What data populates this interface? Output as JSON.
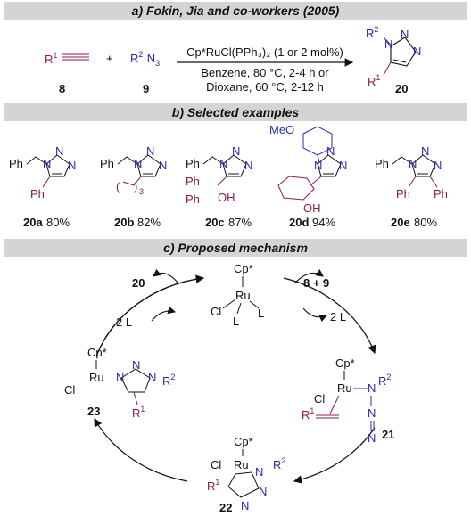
{
  "section_a": {
    "title": "a) Fokin, Jia and co-workers (2005)",
    "alkyne_label": "R",
    "alkyne_sup": "1",
    "plus": "+",
    "azide_r": "R",
    "azide_sup": "2",
    "azide_n": "·N",
    "azide_sub": "3",
    "cpd8": "8",
    "cpd9": "9",
    "catalyst": "Cp*RuCl(PPh₃)₂ (1 or 2 mol%)",
    "cond1": "Benzene, 80 °C, 2-4 h or",
    "cond2": "Dioxane, 60 °C, 2-12 h",
    "product": "20"
  },
  "section_b": {
    "title": "b) Selected examples",
    "examples": [
      {
        "id": "20a",
        "yield": "80%"
      },
      {
        "id": "20b",
        "yield": "82%"
      },
      {
        "id": "20c",
        "yield": "87%"
      },
      {
        "id": "20d",
        "yield": "94%"
      },
      {
        "id": "20e",
        "yield": "80%"
      }
    ],
    "ph": "Ph",
    "oh": "OH",
    "meo": "MeO",
    "n": "N",
    "paren_sub": "3"
  },
  "section_c": {
    "title": "c) Proposed mechanism",
    "cp": "Cp*",
    "ru": "Ru",
    "cl": "Cl",
    "l": "L",
    "two_l": "2 L",
    "product_out": "20",
    "reagents_in": "8 + 9",
    "int21": "21",
    "int22": "22",
    "int23": "23"
  },
  "colors": {
    "band": "#d4d4d4",
    "nitrogen": "#2a2ab0",
    "r1": "#8a1b55",
    "text": "#111111"
  }
}
